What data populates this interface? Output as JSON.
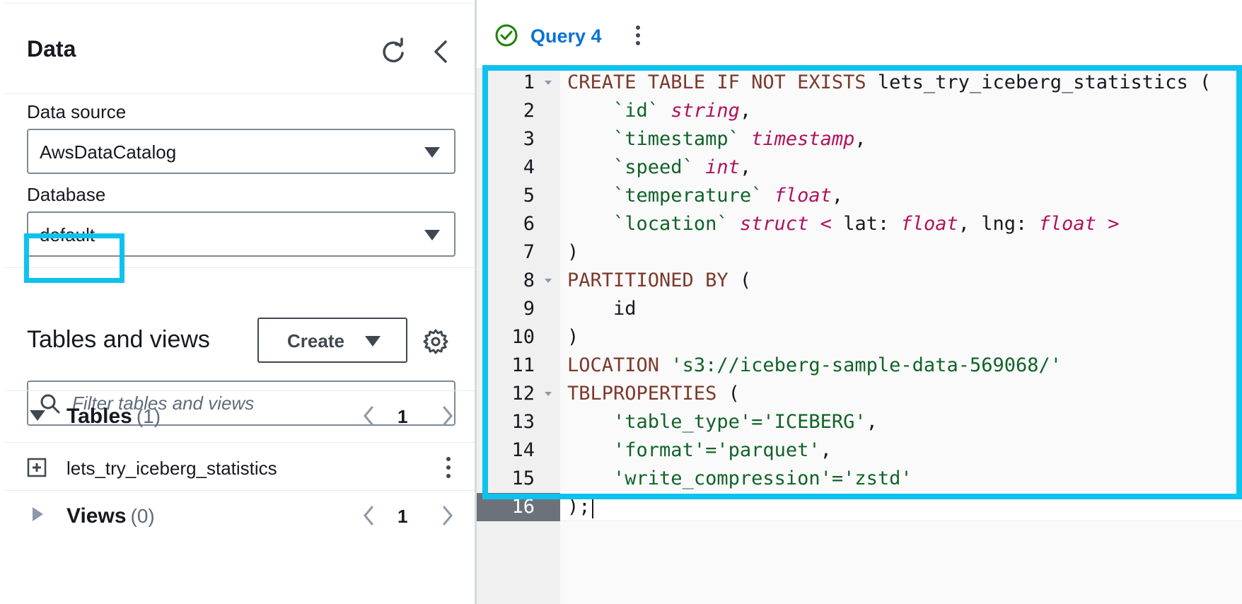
{
  "panel": {
    "title": "Data",
    "data_source_label": "Data source",
    "data_source_value": "AwsDataCatalog",
    "database_label": "Database",
    "database_value": "default",
    "tables_and_views_title": "Tables and views",
    "create_button": "Create",
    "filter_placeholder": "Filter tables and views",
    "tables_group": {
      "label": "Tables",
      "count": "(1)",
      "page": "1"
    },
    "table_items": [
      {
        "name": "lets_try_iceberg_statistics"
      }
    ],
    "views_group": {
      "label": "Views",
      "count": "(0)",
      "page": "1"
    }
  },
  "editor": {
    "tab_label": "Query 4",
    "line_numbers": [
      "1",
      "2",
      "3",
      "4",
      "5",
      "6",
      "7",
      "8",
      "9",
      "10",
      "11",
      "12",
      "13",
      "14",
      "15",
      "16"
    ],
    "active_line": "16",
    "code": {
      "l1_kw": "CREATE TABLE IF NOT EXISTS",
      "l1_name": " lets_try_iceberg_statistics (",
      "l2_col": "`id`",
      "l2_type": "string",
      "l3_col": "`timestamp`",
      "l3_type": "timestamp",
      "l4_col": "`speed`",
      "l4_type": "int",
      "l5_col": "`temperature`",
      "l5_type": "float",
      "l6_col": "`location`",
      "l6_type": "struct",
      "l6_lt": "<",
      "l6_lat": " lat: ",
      "l6_ft1": "float",
      "l6_lng": ", lng: ",
      "l6_ft2": "float",
      "l6_gt": ">",
      "l7": ")",
      "l8_kw": "PARTITIONED BY",
      "l8_rest": " (",
      "l9": "    id",
      "l10": ")",
      "l11_kw": "LOCATION",
      "l11_str": "'s3://iceberg-sample-data-569068/'",
      "l12_kw": "TBLPROPERTIES",
      "l12_rest": " (",
      "l13_str": "'table_type'='ICEBERG'",
      "l14_str": "'format'='parquet'",
      "l15_str": "'write_compression'='zstd'",
      "l16": ");"
    }
  },
  "colors": {
    "highlight": "#0ec2f0",
    "link_blue": "#0972d3",
    "success_green": "#1d8102",
    "keyword": "#7c3a2c",
    "type": "#b0125d",
    "string": "#116329"
  },
  "icons": {
    "refresh": "refresh-icon",
    "collapse": "chevron-left-icon",
    "settings": "gear-icon",
    "search": "search-icon",
    "status": "check-circle-icon",
    "expand": "plus-square-icon"
  }
}
